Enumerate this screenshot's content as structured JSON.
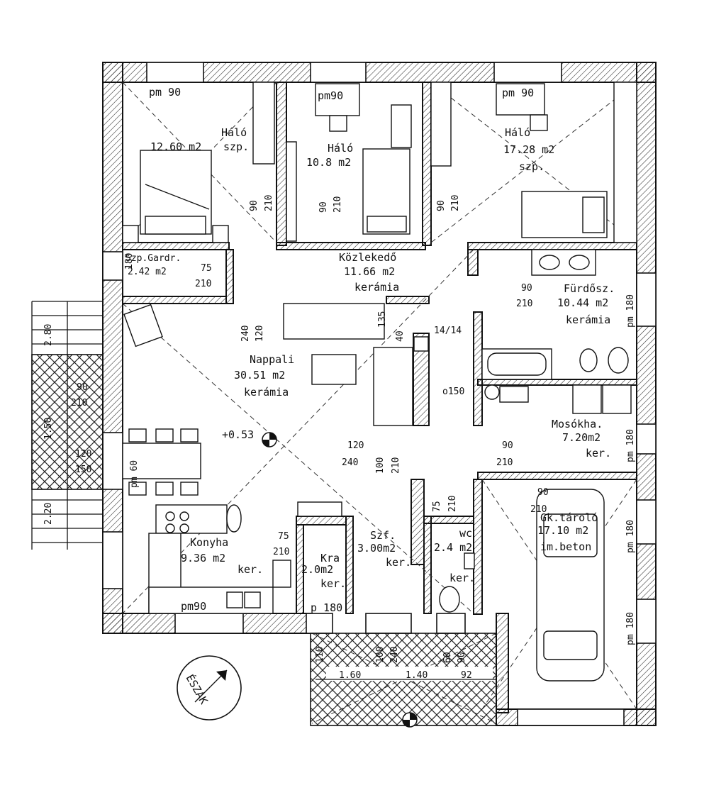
{
  "rooms": {
    "halo1": {
      "name": "Háló",
      "sub": "szp.",
      "area": "12.60 m2",
      "window": "pm 90"
    },
    "halo2": {
      "name": "Háló",
      "area": "10.8 m2",
      "window": "pm90"
    },
    "halo3": {
      "name": "Háló",
      "area": "17.28 m2",
      "sub": "szp.",
      "window": "pm 90"
    },
    "gardrob": {
      "name": "Szp.Gardr.",
      "area": "2.42 m2"
    },
    "kozlekedo": {
      "name": "Közlekedő",
      "area": "11.66 m2",
      "floor": "kerámia"
    },
    "furdo": {
      "name": "Fürdősz.",
      "area": "10.44 m2",
      "floor": "kerámia"
    },
    "nappali": {
      "name": "Nappali",
      "area": "30.51 m2",
      "floor": "kerámia",
      "level": "+0.53"
    },
    "mosokha": {
      "name": "Mosókha.",
      "area": "7.20m2",
      "floor": "ker."
    },
    "gk": {
      "name": "Gk.tároló",
      "area": "17.10 m2",
      "floor": "im.beton"
    },
    "konyha": {
      "name": "Konyha",
      "area": "9.36 m2",
      "floor": "ker.",
      "window": "pm90"
    },
    "kra": {
      "name": "Kra",
      "area": "2.0m2",
      "floor": "ker.",
      "window": "p 180"
    },
    "szf": {
      "name": "Szf.",
      "area": "3.00m2",
      "floor": "ker."
    },
    "wc": {
      "name": "wc",
      "area": "2.4 m2",
      "floor": "ker."
    }
  },
  "dims": {
    "d90a": "90",
    "d210a": "210",
    "d90b": "90",
    "d210b": "210",
    "d90c": "90",
    "d210c": "210",
    "gard_side": "180",
    "gard_75": "75",
    "gard_210": "210",
    "furdo_90": "90",
    "furdo_210": "210",
    "furdo_win": "pm 180",
    "nap_240": "240",
    "nap_120": "120",
    "k135": "135",
    "k40": "40",
    "stair": "14/14",
    "o150": "o150",
    "mos_90": "90",
    "mos_210": "210",
    "mos_win": "pm 180",
    "n120": "120",
    "n240": "240",
    "n100": "100",
    "n210": "210",
    "d75": "75",
    "d210e": "210",
    "gk_90": "90",
    "gk_210": "210",
    "gk_win1": "pm 180",
    "gk_win2": "pm 180",
    "k75": "75",
    "k210": "210",
    "side_280": "2.80",
    "side_90": "90",
    "side_210": "210",
    "side_150": "1.50",
    "side_120": "120",
    "side_150b": "150",
    "side_220": "2.20",
    "pm60": "pm 60",
    "t110": "110",
    "t100": "100",
    "t240": "240",
    "t60": "60",
    "t90": "90",
    "t160": "1.60",
    "t140": "1.40",
    "t92": "92"
  },
  "north": "ÉSZAK"
}
